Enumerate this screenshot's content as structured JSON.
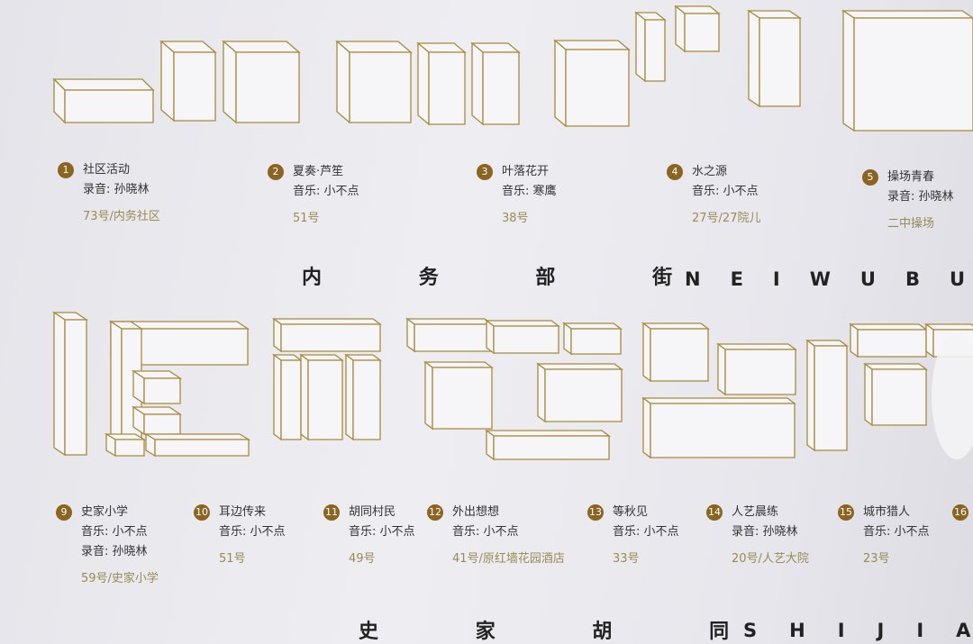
{
  "colors": {
    "accent": "#8a6420",
    "line": "#a88a3c",
    "address": "#9a8a55"
  },
  "top_street": {
    "zh": [
      "内",
      "务",
      "部",
      "街"
    ],
    "en": "NEIWUBU"
  },
  "bottom_street": {
    "zh": [
      "史",
      "家",
      "胡",
      "同"
    ],
    "en": "SHIJIA"
  },
  "top_items": [
    {
      "num": "1",
      "title": "社区活动",
      "lines": [
        "录音: 孙晓林"
      ],
      "addr": "73号/内务社区"
    },
    {
      "num": "2",
      "title": "夏奏·芦笙",
      "lines": [
        "音乐: 小不点"
      ],
      "addr": "51号"
    },
    {
      "num": "3",
      "title": "叶落花开",
      "lines": [
        "音乐: 寒鹰"
      ],
      "addr": "38号"
    },
    {
      "num": "4",
      "title": "水之源",
      "lines": [
        "音乐: 小不点"
      ],
      "addr": "27号/27院儿"
    },
    {
      "num": "5",
      "title": "操场青春",
      "lines": [
        "录音: 孙晓林"
      ],
      "addr": "二中操场"
    }
  ],
  "bottom_items": [
    {
      "num": "9",
      "title": "史家小学",
      "lines": [
        "音乐: 小不点",
        "录音: 孙晓林"
      ],
      "addr": "59号/史家小学"
    },
    {
      "num": "10",
      "title": "耳边传来",
      "lines": [
        "音乐: 小不点"
      ],
      "addr": "51号"
    },
    {
      "num": "11",
      "title": "胡同村民",
      "lines": [
        "音乐: 小不点"
      ],
      "addr": "49号"
    },
    {
      "num": "12",
      "title": "外出想想",
      "lines": [
        "音乐: 小不点"
      ],
      "addr": "41号/原红墙花园酒店"
    },
    {
      "num": "13",
      "title": "等秋见",
      "lines": [
        "音乐: 小不点"
      ],
      "addr": "33号"
    },
    {
      "num": "14",
      "title": "人艺晨练",
      "lines": [
        "录音: 孙晓林"
      ],
      "addr": "20号/人艺大院"
    },
    {
      "num": "15",
      "title": "城市猎人",
      "lines": [
        "音乐: 小不点"
      ],
      "addr": "23号"
    },
    {
      "num": "16",
      "title": "",
      "lines": [],
      "addr": ""
    }
  ]
}
